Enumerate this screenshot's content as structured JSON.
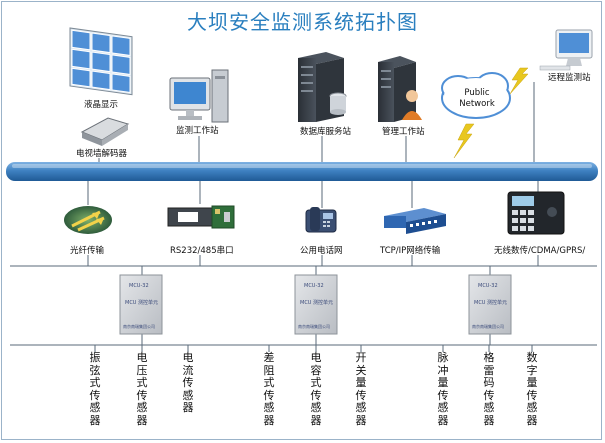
{
  "title": "大坝安全监测系统拓扑图",
  "top_devices": {
    "video_wall": "液晶显示",
    "video_decoder": "电视墙解码器",
    "monitor_station": "监测工作站",
    "db_server": "数据库服务站",
    "mgmt_station": "管理工作站",
    "cloud": "Public Network",
    "remote_station": "远程监测站"
  },
  "networks": {
    "fiber": "光纤传输",
    "serial": "RS232/485串口",
    "phone": "公用电话网",
    "tcpip": "TCP/IP网络传输",
    "wireless": "无线数传/CDMA/GPRS/"
  },
  "modules": {
    "model": "MCU-32",
    "caption": "MCU 测控单元",
    "maker": "南京南瑞集团公司"
  },
  "sensors": [
    "振弦式传感器",
    "电压式传感器",
    "电流传感器",
    "差阻式传感器",
    "电容式传感器",
    "开关量传感器",
    "脉冲量传感器",
    "格雷码传感器",
    "数字量传感器"
  ],
  "colors": {
    "title": "#2a7fbf",
    "bus": "#3d7fbf",
    "line": "#5a6a7a"
  }
}
